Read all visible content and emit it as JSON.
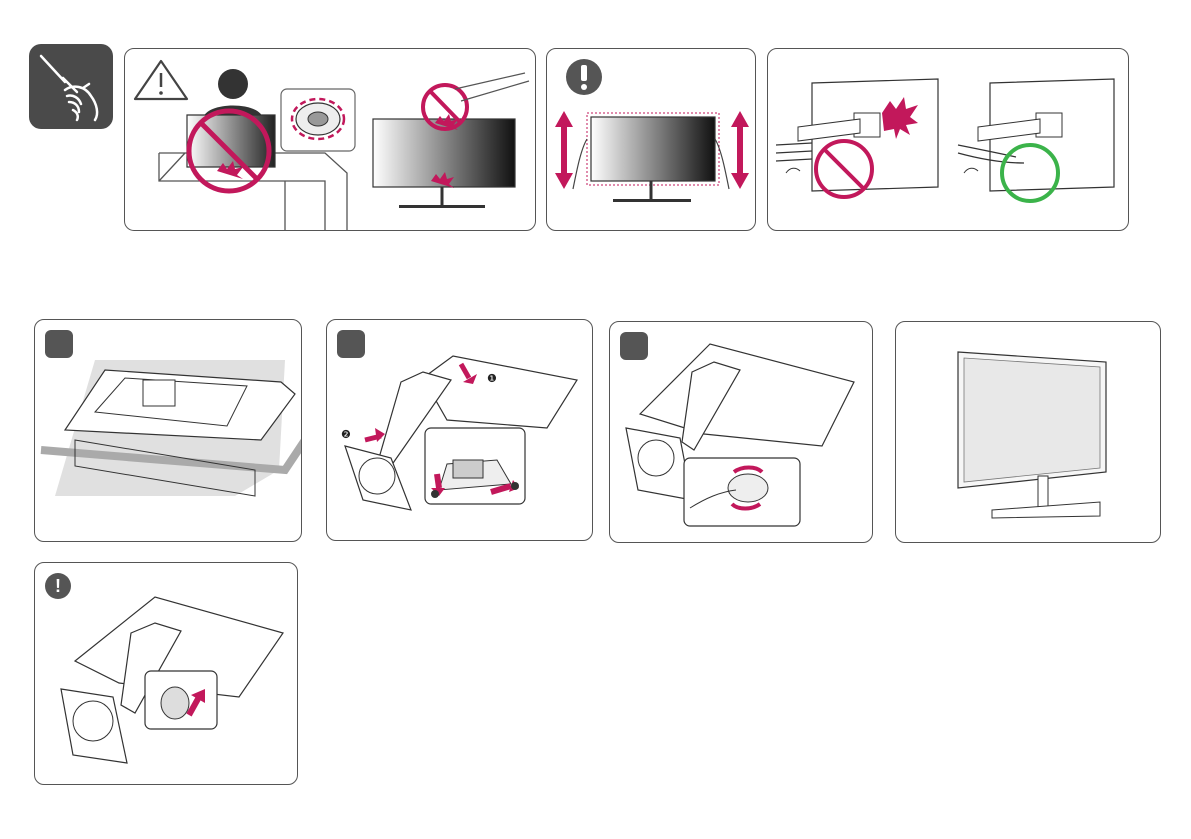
{
  "page": {
    "tool_icon": "screwdriver-hand-icon",
    "warning_icon": "warning-triangle-icon",
    "caution_icon": "exclamation-circle-icon",
    "accent_color": "#c2185b",
    "ok_color": "#3bb34a"
  },
  "steps": [
    {
      "badge": "",
      "illustration": "monitor-face-down-in-packaging"
    },
    {
      "badge": "",
      "illustration": "attach-stand-to-monitor"
    },
    {
      "badge": "",
      "illustration": "tighten-base-screw"
    },
    {
      "badge": "",
      "illustration": "assembled-monitor"
    }
  ],
  "callouts": {
    "arrow_1": "❶",
    "arrow_2": "❷",
    "caution_mark": "!"
  }
}
